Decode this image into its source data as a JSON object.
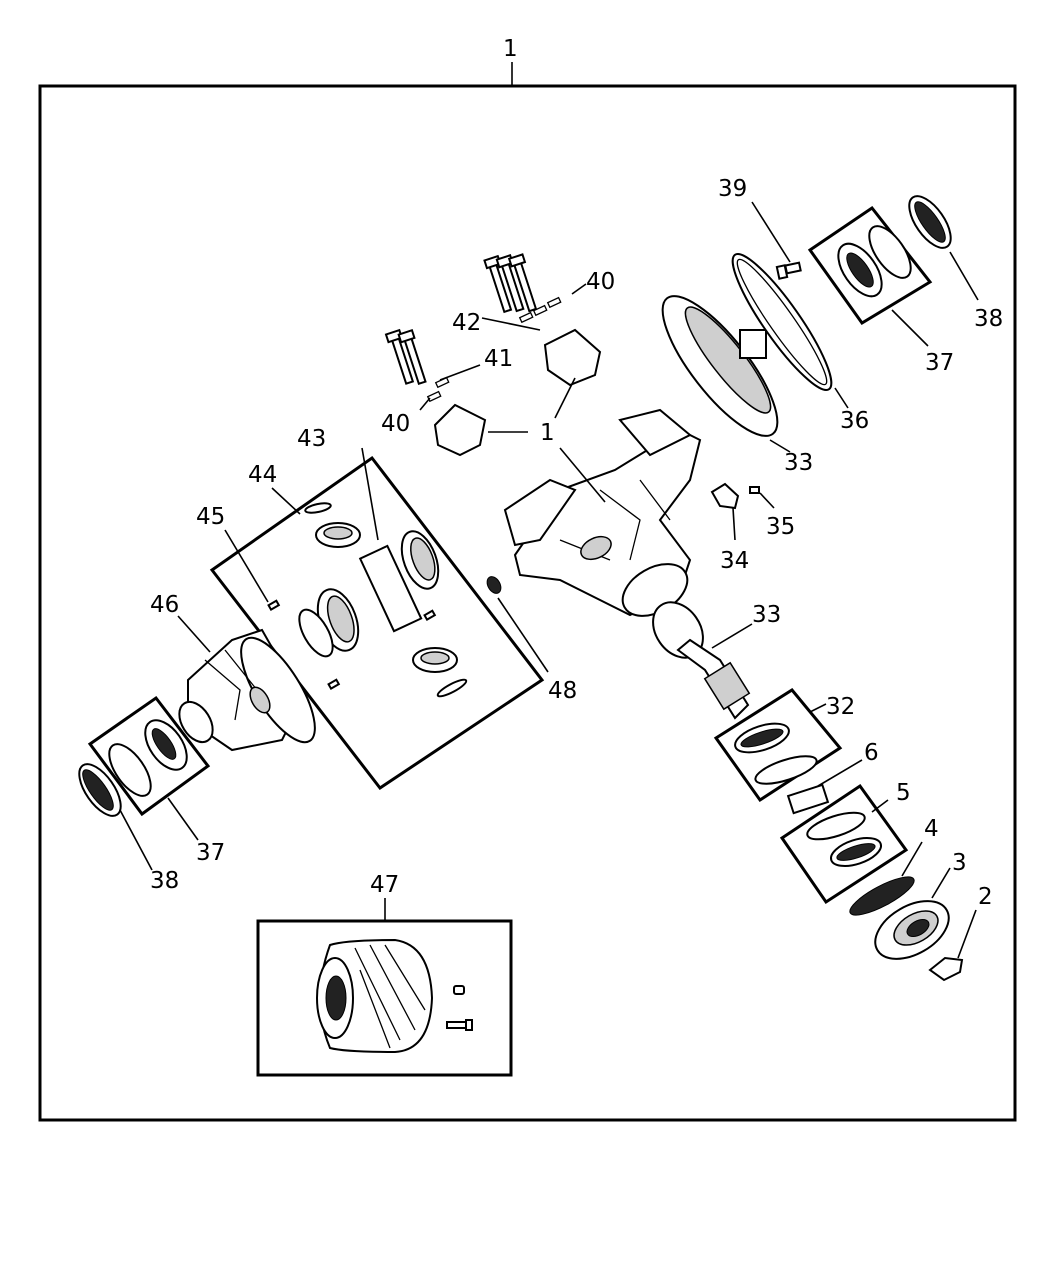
{
  "diagram": {
    "callouts": {
      "c1_top": "1",
      "c2": "2",
      "c3": "3",
      "c4": "4",
      "c5": "5",
      "c6": "6",
      "c32": "32",
      "c33_pinion": "33",
      "c33_ring": "33",
      "c34": "34",
      "c35": "35",
      "c36": "36",
      "c37_right": "37",
      "c37_left": "37",
      "c38_right": "38",
      "c38_left": "38",
      "c39": "39",
      "c40_top": "40",
      "c40_bottom": "40",
      "c41": "41",
      "c42": "42",
      "c1_caps": "1",
      "c43": "43",
      "c44": "44",
      "c45": "45",
      "c46": "46",
      "c47": "47",
      "c48": "48"
    }
  }
}
